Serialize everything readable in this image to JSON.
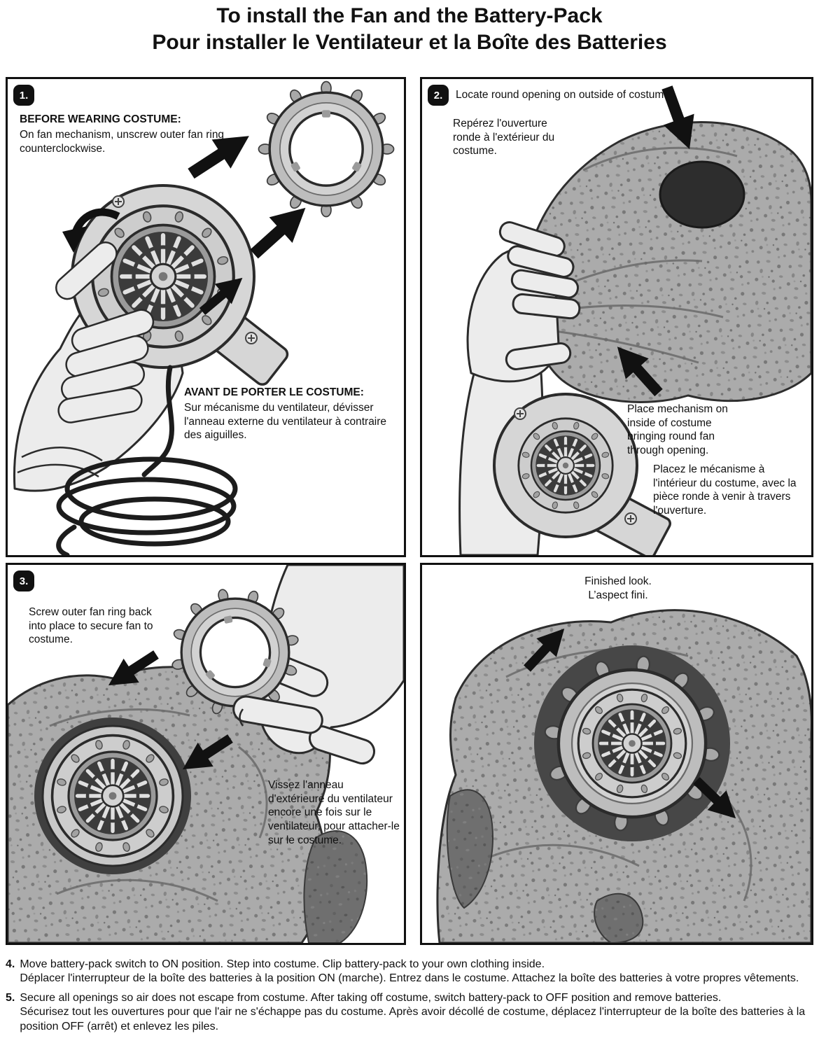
{
  "colors": {
    "ink": "#111111",
    "fabric_gray": "#ababab",
    "fabric_dark": "#6f6f6f"
  },
  "title": {
    "line1": "To install the Fan and the Battery-Pack",
    "line2": "Pour installer le Ventilateur et la Boîte des Batteries"
  },
  "panels": {
    "p1": {
      "badge": "1.",
      "heading_en": "BEFORE WEARING COSTUME:",
      "body_en": "On fan mechanism, unscrew outer fan ring counterclockwise.",
      "heading_fr": "AVANT DE PORTER LE COSTUME:",
      "body_fr": "Sur mécanisme du ventilateur, dévisser l'anneau externe du ventilateur à contraire des aiguilles."
    },
    "p2": {
      "badge": "2.",
      "caption_en": "Locate round opening on outside of costume.",
      "caption_fr": "Repérez l'ouverture ronde à l'extérieur du costume.",
      "body_en": "Place mechanism on inside of costume bringing round fan through opening.",
      "body_fr": "Placez le mécanisme à l'intérieur du costume, avec la pièce ronde à venir à travers l'ouverture."
    },
    "p3": {
      "badge": "3.",
      "body_en": "Screw outer fan ring back into place to secure fan to costume.",
      "body_fr": "Vissez l'anneau d'extérieure du ventilateur encore une fois sur le ventilateur, pour attacher-le sur le costume."
    },
    "p4": {
      "caption_line1": "Finished look.",
      "caption_line2": "L’aspect fini."
    }
  },
  "footer": {
    "step4_num": "4.",
    "step4_en": "Move battery-pack switch to ON position. Step into costume. Clip battery-pack to your own clothing inside.",
    "step4_fr": "Déplacer l'interrupteur de la boîte des batteries à la position ON (marche). Entrez dans le costume. Attachez la boîte des batteries à votre propres vêtements.",
    "step5_num": "5.",
    "step5_en": "Secure all openings so air does not escape from costume. After taking off costume, switch battery-pack to OFF position and remove batteries.",
    "step5_fr": "Sécurisez tout les ouvertures pour que l'air ne s'échappe pas du costume. Après avoir décollé de costume, déplacez l'interrupteur de la boîte des batteries à la position OFF (arrêt) et enlevez les piles."
  }
}
